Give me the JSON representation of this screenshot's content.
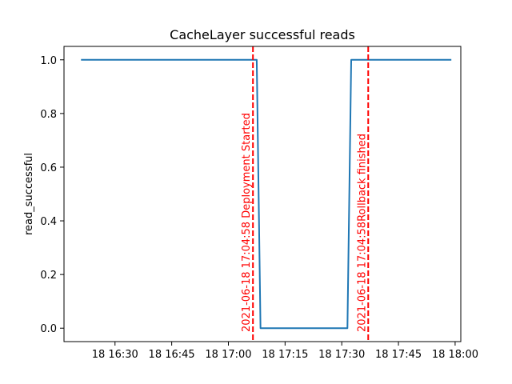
{
  "chart_data": {
    "type": "line",
    "title": "CacheLayer successful reads",
    "xlabel": "",
    "ylabel": "read_successful",
    "x_type": "time",
    "xlim": [
      "2021-06-18 16:16:30",
      "2021-06-18 18:01:30"
    ],
    "ylim": [
      -0.05,
      1.05
    ],
    "x_ticks": [
      {
        "t": "2021-06-18 16:30",
        "label": "18 16:30"
      },
      {
        "t": "2021-06-18 16:45",
        "label": "18 16:45"
      },
      {
        "t": "2021-06-18 17:00",
        "label": "18 17:00"
      },
      {
        "t": "2021-06-18 17:15",
        "label": "18 17:15"
      },
      {
        "t": "2021-06-18 17:30",
        "label": "18 17:30"
      },
      {
        "t": "2021-06-18 17:45",
        "label": "18 17:45"
      },
      {
        "t": "2021-06-18 18:00",
        "label": "18 18:00"
      }
    ],
    "y_ticks": [
      {
        "v": 0.0,
        "label": "0.0"
      },
      {
        "v": 0.2,
        "label": "0.2"
      },
      {
        "v": 0.4,
        "label": "0.4"
      },
      {
        "v": 0.6,
        "label": "0.6"
      },
      {
        "v": 0.8,
        "label": "0.8"
      },
      {
        "v": 1.0,
        "label": "1.0"
      }
    ],
    "grid": false,
    "series": [
      {
        "color": "#1f77b4",
        "points": [
          {
            "x": "2021-06-18 16:21:00",
            "y": 1.0
          },
          {
            "x": "2021-06-18 17:07:30",
            "y": 1.0
          },
          {
            "x": "2021-06-18 17:08:30",
            "y": 0.0
          },
          {
            "x": "2021-06-18 17:31:30",
            "y": 0.0
          },
          {
            "x": "2021-06-18 17:32:30",
            "y": 1.0
          },
          {
            "x": "2021-06-18 17:59:00",
            "y": 1.0
          }
        ]
      }
    ],
    "vlines": [
      {
        "x": "2021-06-18 17:06:30",
        "color": "#ff0000",
        "style": "dashed",
        "label": "2021-06-18 17:04:58 Deployment Started"
      },
      {
        "x": "2021-06-18 17:37:00",
        "color": "#ff0000",
        "style": "dashed",
        "label": "2021-06-18 17:04:58Rollback finished"
      }
    ]
  }
}
